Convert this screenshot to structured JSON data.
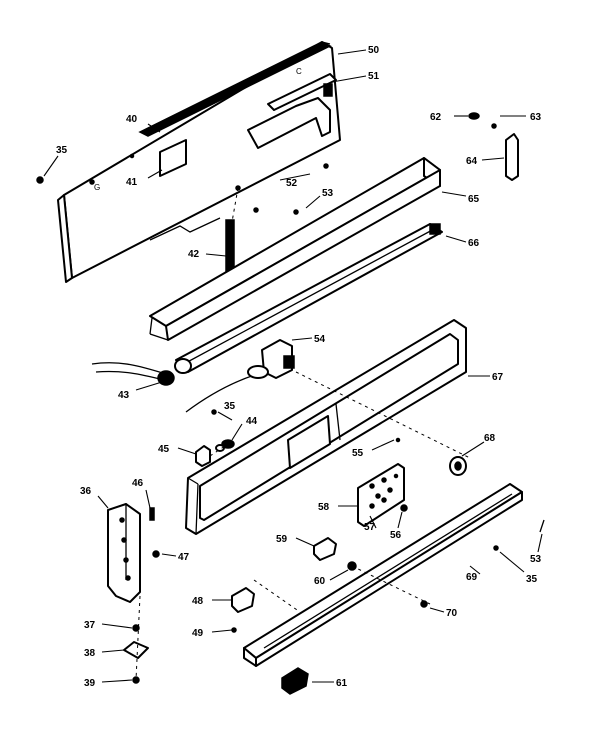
{
  "diagram": {
    "callouts": {
      "p35a": "35",
      "p35b": "35",
      "p35c": "35",
      "p36": "36",
      "p37a": "37",
      "p37b": "57",
      "p38": "38",
      "p39": "39",
      "p40": "40",
      "p41": "41",
      "p42": "42",
      "p43": "43",
      "p44": "44",
      "p45": "45",
      "p46": "46",
      "p47": "47",
      "p48": "48",
      "p49": "49",
      "p50": "50",
      "p51": "51",
      "p52": "52",
      "p53a": "53",
      "p53b": "53",
      "p54": "54",
      "p55": "55",
      "p56": "56",
      "p58": "58",
      "p59": "59",
      "p60": "60",
      "p61": "61",
      "p62": "62",
      "p63": "63",
      "p64": "64",
      "p65": "65",
      "p66": "66",
      "p67": "67",
      "p68": "68",
      "p69": "69",
      "p70": "70"
    }
  }
}
